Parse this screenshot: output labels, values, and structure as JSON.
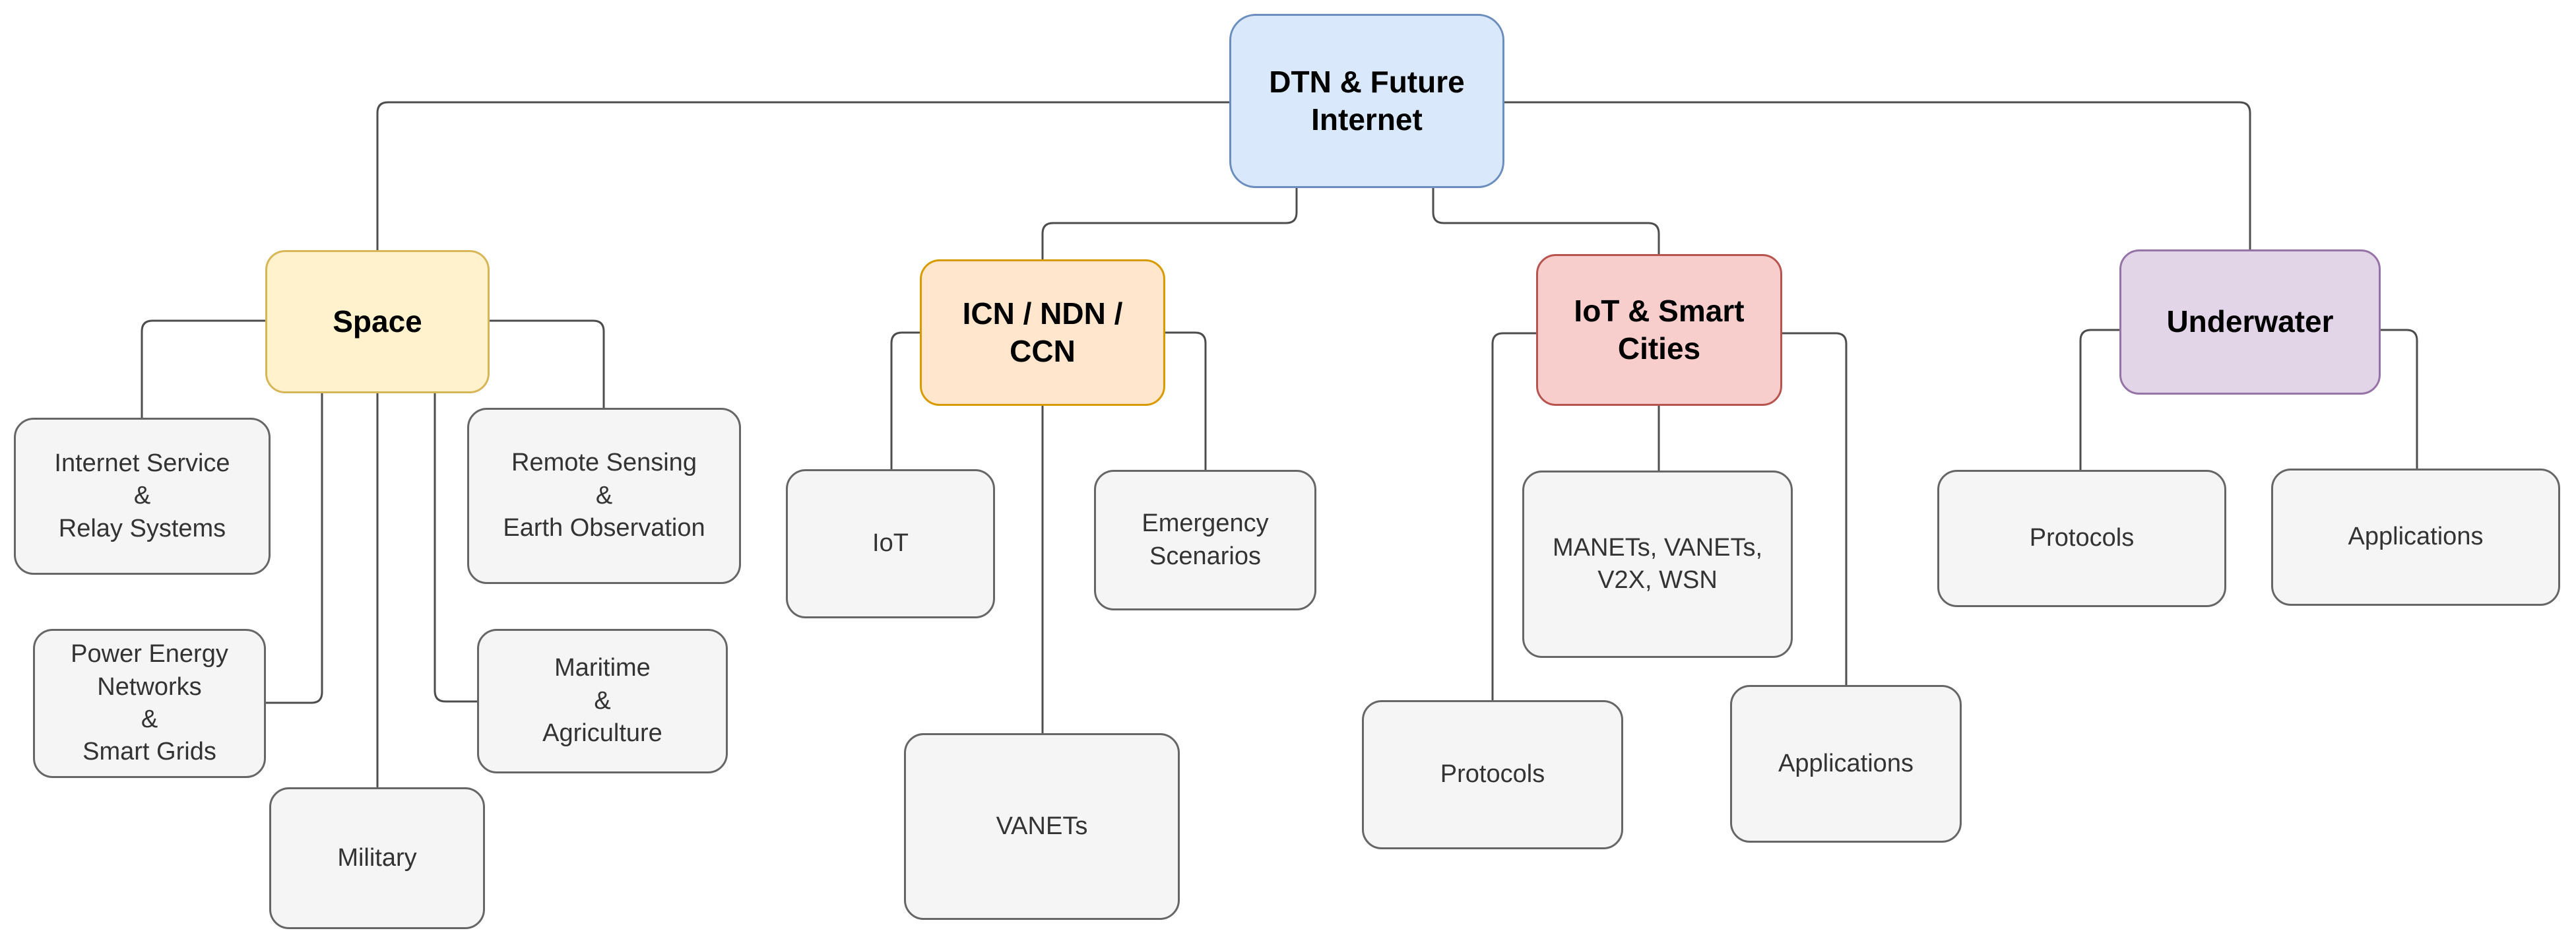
{
  "palette": {
    "root_fill": "#dae8fc",
    "root_stroke": "#6c8ebf",
    "space_fill": "#fff2cc",
    "space_stroke": "#d6b656",
    "icn_fill": "#ffe6cc",
    "icn_stroke": "#d79b00",
    "iot_smart_cities_fill": "#f8cecc",
    "iot_smart_cities_stroke": "#b85450",
    "underwater_fill": "#e1d5e7",
    "underwater_stroke": "#9673a6",
    "leaf_fill": "#f5f5f5",
    "leaf_stroke": "#666666",
    "edge_color": "#4d4d4d",
    "category_text_color": "#000000",
    "leaf_text_color": "#333333",
    "background": "#ffffff"
  },
  "tree": {
    "root": {
      "label": "DTN & Future\nInternet"
    },
    "branches": [
      {
        "label": "Space",
        "children": [
          {
            "label": "Internet Service\n&\nRelay Systems"
          },
          {
            "label": "Power Energy\nNetworks\n&\nSmart Grids"
          },
          {
            "label": "Military"
          },
          {
            "label": "Remote Sensing\n&\nEarth Observation"
          },
          {
            "label": "Maritime\n&\nAgriculture"
          }
        ]
      },
      {
        "label": "ICN / NDN /\nCCN",
        "children": [
          {
            "label": "IoT"
          },
          {
            "label": "Emergency\nScenarios"
          },
          {
            "label": "VANETs"
          }
        ]
      },
      {
        "label": "IoT & Smart\nCities",
        "children": [
          {
            "label": "MANETs, VANETs,\nV2X, WSN"
          },
          {
            "label": "Protocols"
          },
          {
            "label": "Applications"
          }
        ]
      },
      {
        "label": "Underwater",
        "children": [
          {
            "label": "Protocols"
          },
          {
            "label": "Applications"
          }
        ]
      }
    ]
  }
}
